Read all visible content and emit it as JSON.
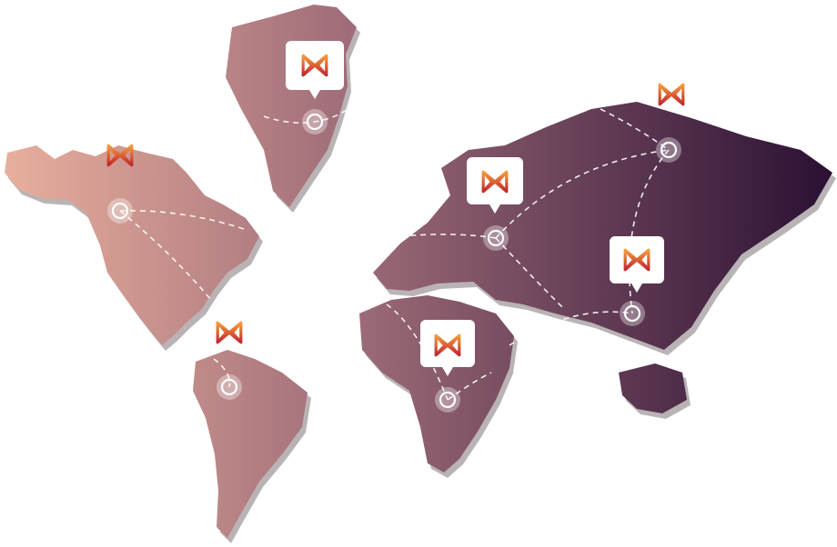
{
  "map": {
    "colors": {
      "land_west": "#e9b09d",
      "land_mid": "#9e6c78",
      "land_east": "#2a0f33",
      "shadow": "#b9b3b6",
      "route": "#ffffff",
      "logo_top": "#f79a3b",
      "logo_bottom": "#c1272d"
    },
    "markers": [
      {
        "id": "north-america",
        "icon": "brand-logo-icon",
        "callout": false
      },
      {
        "id": "greenland",
        "icon": "brand-logo-icon",
        "callout": true
      },
      {
        "id": "south-america",
        "icon": "brand-logo-icon",
        "callout": false
      },
      {
        "id": "europe",
        "icon": "brand-logo-icon",
        "callout": true
      },
      {
        "id": "north-asia",
        "icon": "brand-logo-icon",
        "callout": false
      },
      {
        "id": "east-asia",
        "icon": "brand-logo-icon",
        "callout": true
      },
      {
        "id": "africa",
        "icon": "brand-logo-icon",
        "callout": true
      }
    ]
  }
}
